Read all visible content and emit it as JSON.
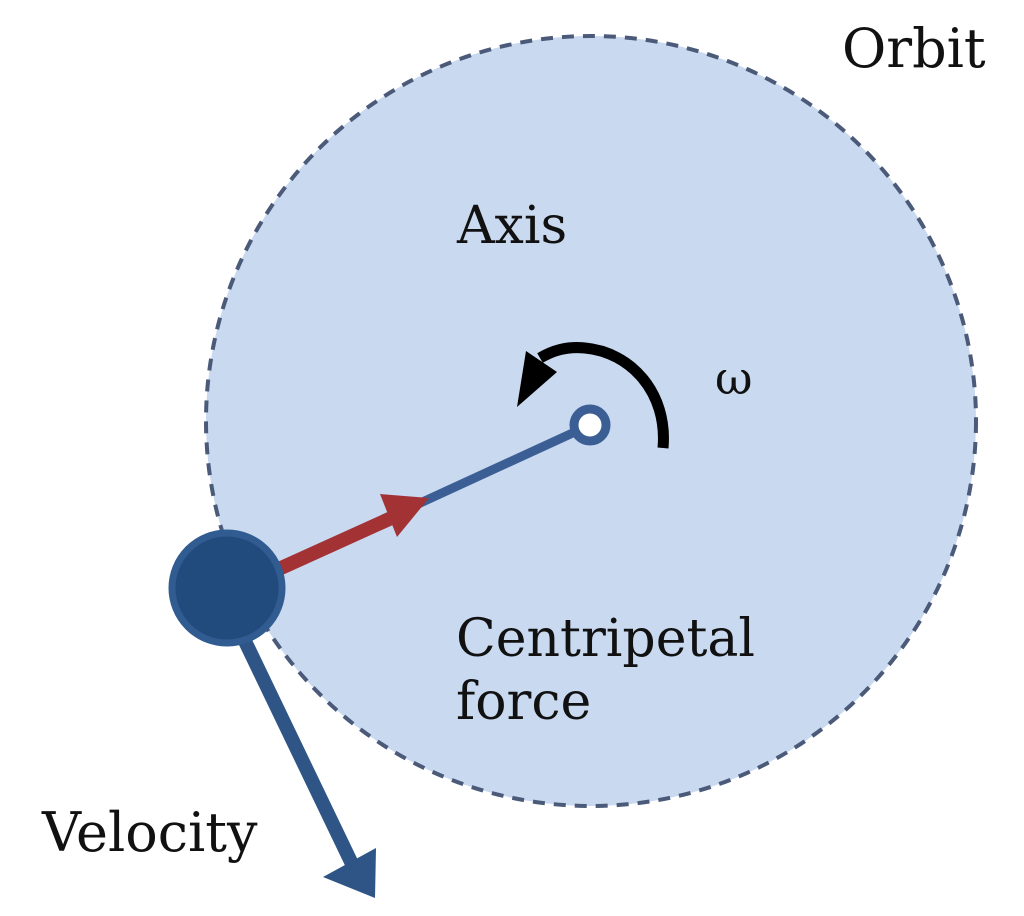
{
  "labels": {
    "orbit": "Orbit",
    "axis": "Axis",
    "omega": "ω",
    "centripetal": "Centripetal\nforce",
    "velocity": "Velocity"
  },
  "colors": {
    "orbit_fill": "#c9d9f0",
    "orbit_stroke": "#4a5a78",
    "radius_line": "#3b5f94",
    "force_arrow": "#a23234",
    "velocity_arrow": "#2f5587",
    "mass": "#224b7d",
    "rotation_arrow": "#000000"
  }
}
